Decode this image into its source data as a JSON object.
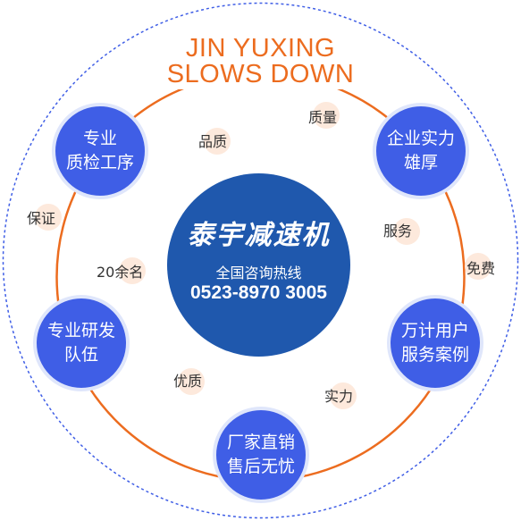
{
  "title": {
    "line1": "JIN YUXING",
    "line2": "SLOWS DOWN"
  },
  "center": {
    "brand": "泰宇减速机",
    "hotline_label": "全国咨询热线",
    "hotline_number": "0523-8970 3005"
  },
  "nodes": {
    "quality_process": [
      "专业",
      "质检工序"
    ],
    "strength": [
      "企业实力",
      "雄厚"
    ],
    "rd_team": [
      "专业研发",
      "队伍"
    ],
    "cases": [
      "万计用户",
      "服务案例"
    ],
    "after_sales": [
      "厂家直销",
      "售后无忧"
    ]
  },
  "labels": {
    "quality": "质量",
    "product_quality": "品质",
    "guarantee": "保证",
    "service": "服务",
    "count": "20余名",
    "free": "免费",
    "excellent": "优质",
    "power": "实力"
  },
  "colors": {
    "accent_orange": "#ec6c1f",
    "node_blue": "#3f5ee6",
    "center_blue": "#1f58ad",
    "outer_ring": "#3f5ee6"
  }
}
